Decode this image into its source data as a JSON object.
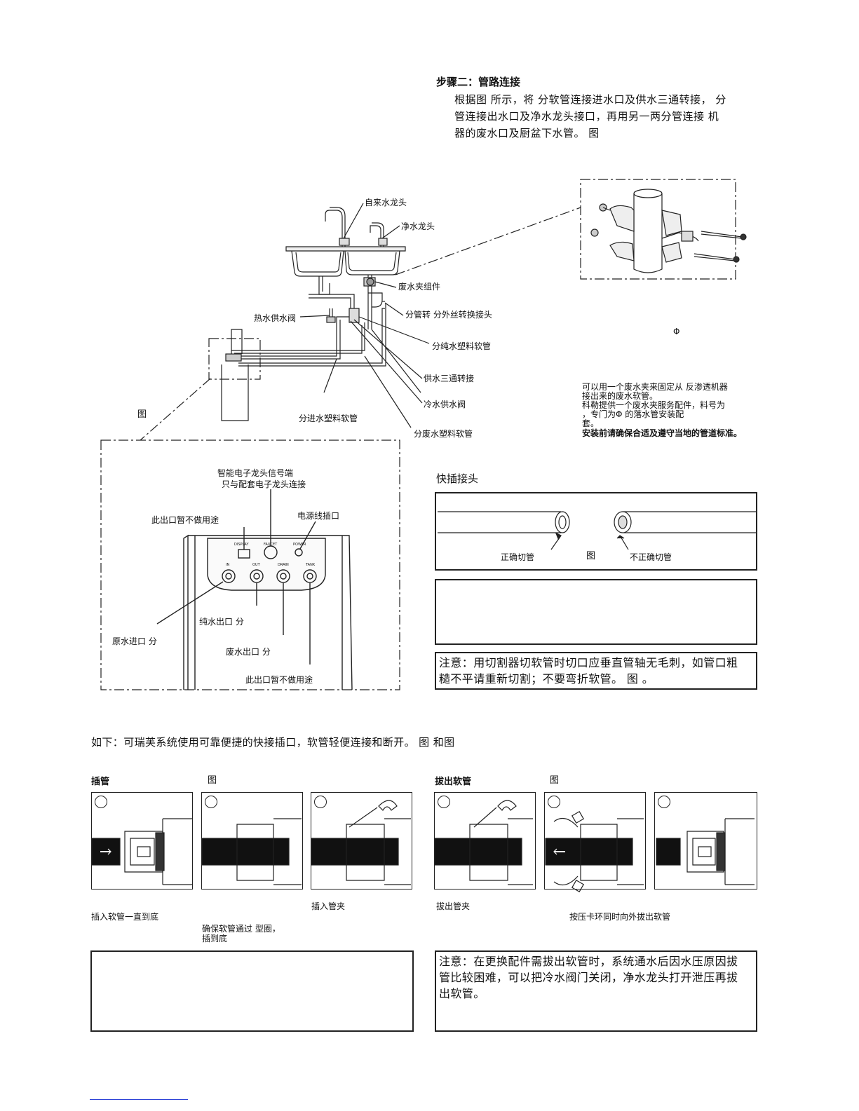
{
  "step2": {
    "heading": "步骤二：管路连接",
    "line1": "根据图  所示，将  分软管连接进水口及供水三通转接，  分",
    "line2": "管连接出水口及净水龙头接口，再用另一两分管连接    机",
    "line3": "器的废水口及厨盆下水管。 图"
  },
  "diagram": {
    "tap_supply": "自来水龙头",
    "tap_pure": "净水龙头",
    "drain_clamp": "废水夹组件",
    "adapter": "分管转  分外丝转换接头",
    "hot_valve": "热水供水阀",
    "pure_tube": "分纯水塑料软管",
    "tee": "供水三通转接",
    "cold_valve": "冷水供水阀",
    "in_tube": "分进水塑料软管",
    "waste_tube": "分废水塑料软管",
    "fig_label": "图"
  },
  "clamp_note": {
    "phi": "Φ",
    "l1": "可以用一个废水夹来固定从     反渗透机器",
    "l2": "接出来的废水软管。",
    "l3": "科勒提供一个废水夹服务配件，料号为",
    "l4": "          ，专门为Φ        的落水管安装配",
    "l5": "套。",
    "l6": "安装前请确保合适及遵守当地的管道标准。"
  },
  "machine": {
    "faucet_signal": "智能电子龙头信号端",
    "faucet_only": "只与配套电子龙头连接",
    "unused_top": "此出口暂不做用途",
    "power_port": "电源线插口",
    "pure_out": "纯水出口   分",
    "raw_in": "原水进口   分",
    "waste_out": "废水出口   分",
    "unused_bottom": "此出口暂不做用途",
    "panel_labels": [
      "IN",
      "OUT",
      "DRAIN",
      "TANK"
    ],
    "panel_top": [
      "DISPLAY",
      "FAUCET",
      "POWER"
    ]
  },
  "quick": {
    "title": "快插接头",
    "correct": "正确切管",
    "fig": "图",
    "incorrect": "不正确切管",
    "note": "注意：用切割器切软管时切口应垂直管轴无毛刺，如管口粗",
    "note2": "糙不平请重新切割；不要弯折软管。 图    。"
  },
  "intro": "如下：可瑞芙系统使用可靠便捷的快接插口，软管轻便连接和断开。 图  和图",
  "insert": {
    "title": "插管",
    "fig": "图",
    "step1": "插入软管一直到底",
    "step2a": "确保软管通过   型圈，",
    "step2b": "插到底",
    "step3": "插入管夹"
  },
  "remove": {
    "title": "拔出软管",
    "fig": "图",
    "step1": "拔出管夹",
    "step2": "按压卡环同时向外拔出软管",
    "note1": "注意：在更换配件需拔出软管时，系统通水后因水压原因拔",
    "note2": "管比较困难，可以把冷水阀门关闭，净水龙头打开泄压再拔",
    "note3": "出软管。"
  }
}
